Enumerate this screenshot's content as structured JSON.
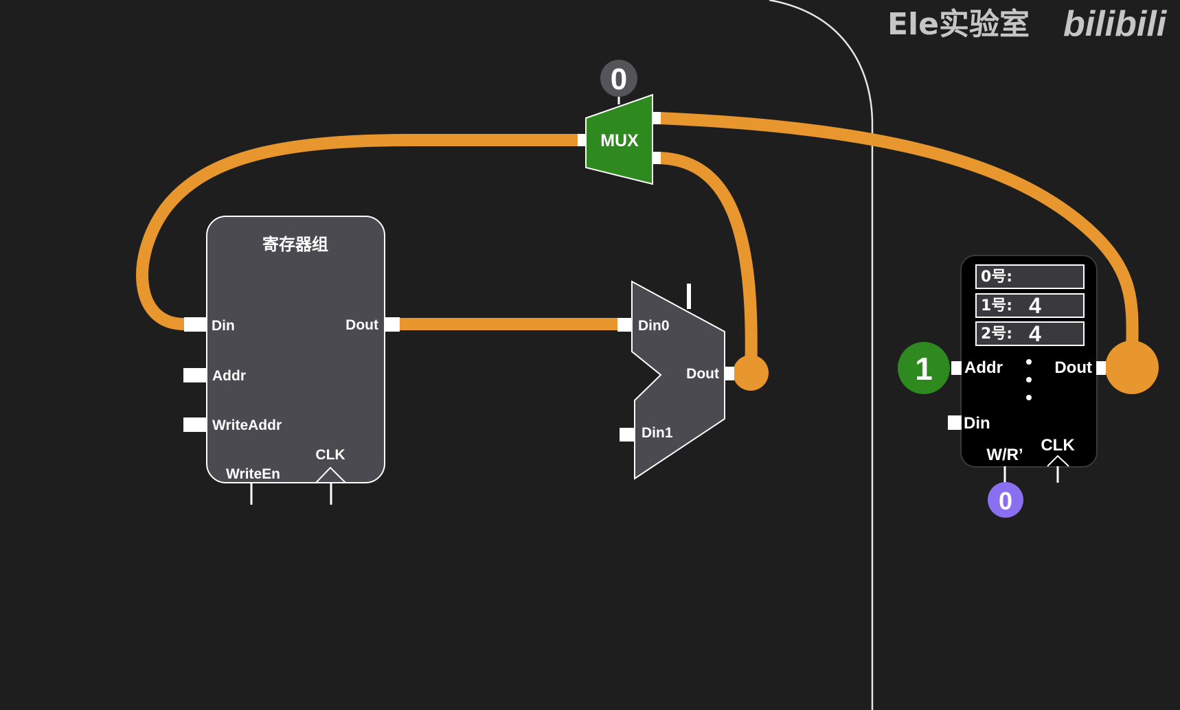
{
  "watermark": {
    "channel": "Ele实验室",
    "site": "bilibili"
  },
  "mux": {
    "label": "MUX",
    "select_value": "0"
  },
  "register_file": {
    "title": "寄存器组",
    "ports": {
      "din": "Din",
      "dout": "Dout",
      "addr": "Addr",
      "write_addr": "WriteAddr",
      "write_en": "WriteEn",
      "clk": "CLK"
    }
  },
  "alu_mux": {
    "ports": {
      "din0": "Din0",
      "din1": "Din1",
      "dout": "Dout"
    }
  },
  "memory": {
    "rows": [
      {
        "label": "0号:",
        "value": ""
      },
      {
        "label": "1号:",
        "value": "4"
      },
      {
        "label": "2号:",
        "value": "4"
      }
    ],
    "ports": {
      "addr": "Addr",
      "dout": "Dout",
      "din": "Din",
      "wr": "W/R’",
      "clk": "CLK"
    },
    "addr_value": "1",
    "wr_value": "0"
  },
  "colors": {
    "wire": "#e8962e",
    "mux_fill": "#2e8a1f",
    "addr_badge": "#2e8a1f",
    "wr_badge": "#8a6ff0",
    "block": "#4a4a50",
    "background": "#1e1e1e"
  }
}
